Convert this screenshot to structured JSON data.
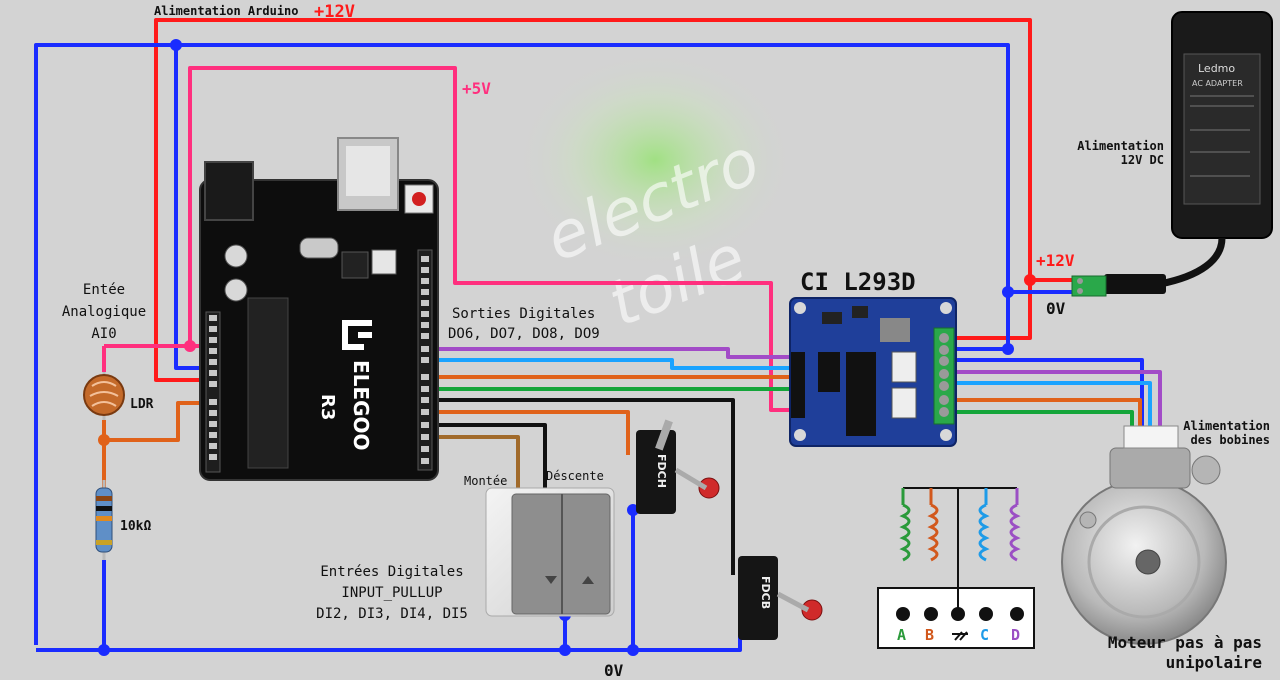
{
  "labels": {
    "power_arduino": "Alimentation Arduino",
    "plus12_top": "+12V",
    "plus5": "+5V",
    "analog_input": [
      "Entée",
      "Analogique",
      "AI0"
    ],
    "ldr": "LDR",
    "resistor": "10kΩ",
    "digital_outputs": [
      "Sorties Digitales",
      "DO6, DO7, DO8, DO9"
    ],
    "chip_title": "CI L293D",
    "plus12_right": "+12V",
    "zero_v_right": "0V",
    "zero_v_bottom": "0V",
    "power_12v_dc": [
      "Alimentation",
      "12V DC"
    ],
    "coil_power": [
      "Alimentation",
      "des bobines"
    ],
    "motor": [
      "Moteur pas à pas",
      "unipolaire"
    ],
    "montee": "Montée",
    "descente": "Déscente",
    "digital_inputs": [
      "Entrées Digitales",
      "INPUT_PULLUP",
      "DI2, DI3, DI4, DI5"
    ],
    "fdch": "FDCH",
    "fdcb": "FDCB",
    "coil_letters": [
      "A",
      "B",
      "C",
      "D"
    ],
    "watermark": [
      "electro",
      "toile"
    ],
    "board_brand": "ELEGOO",
    "board_model": "R3",
    "adapter_brand": "Ledmo",
    "adapter_text": "AC ADAPTER"
  },
  "colors": {
    "red": "#ff1a1a",
    "blue": "#1a2cff",
    "pink": "#ff2f7e",
    "purple": "#a24bc7",
    "cyan": "#1aa3ff",
    "orange": "#e0621a",
    "green": "#14a53a",
    "brown": "#a16a2a",
    "black": "#111111",
    "coil_green": "#2a9a3a",
    "coil_orange": "#d2581c",
    "coil_cyan": "#1e9be8",
    "coil_purple": "#9b4fc4"
  }
}
